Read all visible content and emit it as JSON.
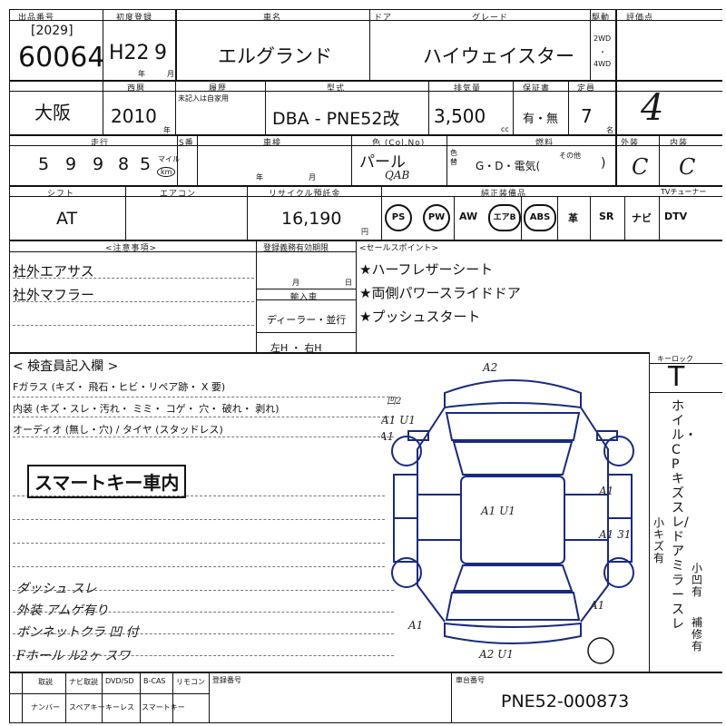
{
  "header": {
    "lot_label": "出品番号",
    "reg_label": "初度登録",
    "car_label": "車名",
    "door_label": "ドア",
    "grade_label": "グレード",
    "drive_label": "駆動",
    "score_label": "評価点",
    "lot_sub": "[2029]",
    "lot_number": "60064",
    "year": "H22",
    "month": "9",
    "year_unit": "年",
    "month_unit": "月",
    "car_name": "エルグランド",
    "grade": "ハイウェイスター",
    "drive_2wd": "2WD",
    "drive_dot": "・",
    "drive_4wd": "4WD",
    "score": "4"
  },
  "row2": {
    "western_label": "西暦",
    "history_label": "履歴",
    "type_label": "型式",
    "displacement_label": "排気量",
    "warranty_label": "保証書",
    "capacity_label": "定員",
    "history_note": "未記入は自家用",
    "location": "大阪",
    "western_year": "2010",
    "year_unit": "年",
    "model_type": "DBA - PNE52改",
    "displacement": "3,500",
    "cc": "cc",
    "warranty": "有・無",
    "capacity": "7",
    "person_unit": "名"
  },
  "row3": {
    "mileage_label": "走行",
    "s_label": "S番",
    "inspection_label": "車検",
    "color_label": "色 (Col.No)",
    "fuel_label": "燃料",
    "exterior_label": "外装",
    "interior_label": "内装",
    "mileage_digits": [
      "5",
      "9",
      "9",
      "8",
      "5"
    ],
    "unit_mile": "マイル",
    "unit_km": "km",
    "year_unit": "年",
    "month_unit": "月",
    "color": "パール",
    "color_code": "QAB",
    "color_change_label": "色替",
    "fuel": "G・D・電気(",
    "fuel_other": "その他",
    "fuel_close": ")",
    "exterior_grade": "C",
    "interior_grade": "C"
  },
  "row4": {
    "shift_label": "シフト",
    "ac_label": "エアコン",
    "recycle_label": "リサイクル預託金",
    "equipment_label": "純正装備品",
    "tv_label": "TVチューナー",
    "shift": "AT",
    "recycle": "16,190",
    "yen": "円",
    "equipment": [
      "PS",
      "PW",
      "AW",
      "エアB",
      "ABS",
      "革",
      "SR",
      "ナビ",
      "DTV"
    ]
  },
  "notes": {
    "caution_label": "<注意事項>",
    "cautions": [
      "社外エアサス",
      "社外マフラー"
    ],
    "reg_expiry_label": "登録義務有効期限",
    "month_unit": "月",
    "day_unit": "日",
    "import_label": "輸入車",
    "import_dealer": "ディーラー・並行",
    "steering": "左H ・ 右H",
    "sales_label": "<セールスポイント>",
    "sales_points": [
      "★ハーフレザーシート",
      "★両側パワースライドドア",
      "★プッシュスタート"
    ]
  },
  "inspector": {
    "title": "< 検査員記入欄 >",
    "fglass": "Fガラス (キズ・ 飛石・ヒビ・リペア跡・ X 要)",
    "interior": "内装 (キズ・スレ・汚れ・ ミミ・ コゲ・ 穴・ 破れ・ 剥れ)",
    "audio": "オーディオ (無し・穴) / タイヤ (スタッドレス)",
    "boxed_note": "スマートキー車内",
    "handwritten": [
      "ダッシュ スレ",
      "外装 アムゲ有り",
      "ボンネットクラ 凹 付",
      "Fホール ル2ヶ スワ"
    ]
  },
  "diagram": {
    "marks": [
      "A2",
      "A1 U1",
      "A1",
      "A1",
      "A1 U1",
      "A1",
      "A1 31",
      "A1",
      "A1",
      "A1",
      "A2 U1"
    ],
    "front_note": "凹2"
  },
  "right_side": {
    "key_lock_label": "キーロック",
    "key_lock_value": "T",
    "vertical_main": "ホイル・CPキズスレ/ドアミラースレ",
    "vertical_sub1": "小キズ有",
    "vertical_sub2": "小凹有",
    "vertical_sub3": "補修有"
  },
  "footer": {
    "row1": [
      "取説",
      "ナビ取説",
      "DVD/SD",
      "B-CAS",
      "リモコン"
    ],
    "row2": [
      "ナンバー",
      "スペアキー",
      "キーレス",
      "スマートキー"
    ],
    "reg_no_label": "登録番号",
    "chassis_label": "車台番号",
    "chassis_number": "PNE52-000873"
  }
}
